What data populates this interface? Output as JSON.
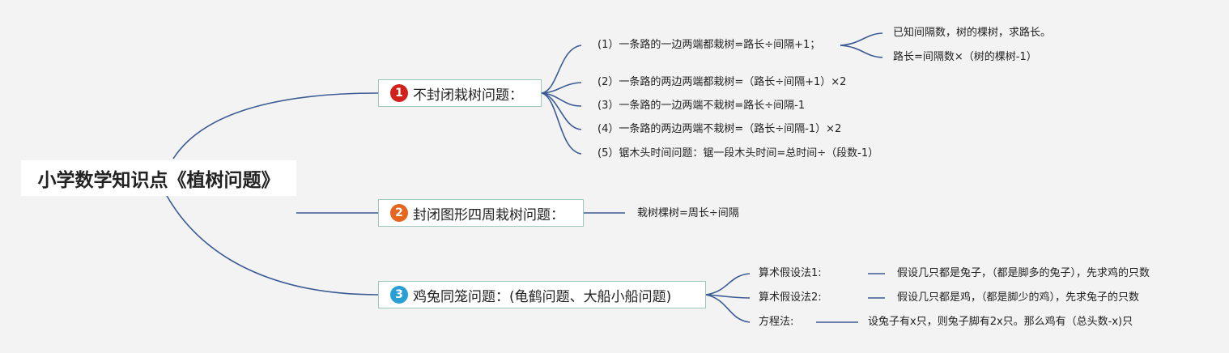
{
  "root": {
    "title": "小学数学知识点《植树问题》"
  },
  "colors": {
    "line": "#3b5b94",
    "badge1": "#d0211b",
    "badge2": "#e5661f",
    "badge3": "#2a9fd6",
    "topic_border": "#9ec8bd"
  },
  "topics": [
    {
      "num": "1",
      "label": "不封闭栽树问题："
    },
    {
      "num": "2",
      "label": "封闭图形四周栽树问题："
    },
    {
      "num": "3",
      "label": "鸡兔同笼问题：(龟鹤问题、大船小船问题)"
    }
  ],
  "t1": {
    "items": [
      "(1）一条路的一边两端都栽树=路长÷间隔+1；",
      "(2）一条路的两边两端都栽树=（路长÷间隔+1）×2",
      "(3）一条路的一边两端不栽树=路长÷间隔-1",
      "(4）一条路的两边两端不栽树=（路长÷间隔-1）×2",
      "(5）锯木头时间问题：锯一段木头时间=总时间÷（段数-1）"
    ],
    "sub": [
      "已知间隔数，树的棵树，求路长。",
      "路长=间隔数×（树的棵树-1）"
    ]
  },
  "t2": {
    "item": "栽树棵树=周长÷间隔"
  },
  "t3": {
    "methods": [
      {
        "name": "算术假设法1:",
        "desc": "假设几只都是兔子，（都是脚多的兔子），先求鸡的只数"
      },
      {
        "name": "算术假设法2:",
        "desc": "假设几只都是鸡，（都是脚少的鸡），先求兔子的只数"
      },
      {
        "name": "方程法:",
        "desc": "设兔子有x只，则兔子脚有2x只。那么鸡有（总头数-x)只"
      }
    ]
  }
}
